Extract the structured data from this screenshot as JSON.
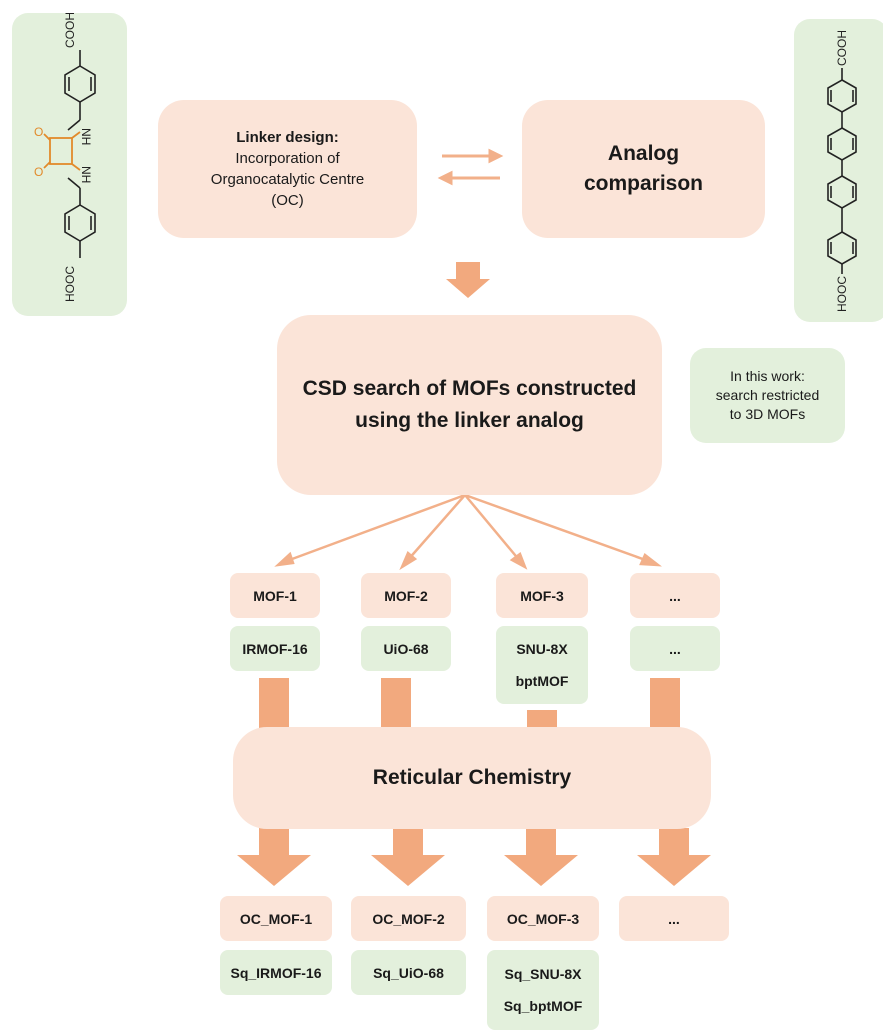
{
  "colors": {
    "peach": "#fbe4d8",
    "green": "#e3f0dc",
    "arrow": "#f2b08a",
    "oc_orange": "#e28a2b"
  },
  "left_linker": {
    "top_group": "COOH",
    "bottom_group": "HOOC",
    "amine_1": "NH",
    "amine_2": "NH",
    "oxo_1": "O",
    "oxo_2": "O"
  },
  "right_linker": {
    "top_group": "COOH",
    "bottom_group": "HOOC"
  },
  "linker_design": {
    "title": "Linker design:",
    "lines": [
      "Incorporation of",
      "Organocatalytic Centre",
      "(OC)"
    ]
  },
  "analog": {
    "lines": [
      "Analog",
      "comparison"
    ]
  },
  "csd_search": {
    "lines": [
      "CSD search of MOFs constructed",
      "using the linker analog"
    ]
  },
  "note": {
    "lines": [
      "In this work:",
      "search restricted",
      "to 3D MOFs"
    ]
  },
  "mof_columns": [
    {
      "mof": "MOF-1",
      "analogs": [
        "IRMOF-16"
      ],
      "oc": "OC_MOF-1",
      "sq": [
        "Sq_IRMOF-16"
      ]
    },
    {
      "mof": "MOF-2",
      "analogs": [
        "UiO-68"
      ],
      "oc": "OC_MOF-2",
      "sq": [
        "Sq_UiO-68"
      ]
    },
    {
      "mof": "MOF-3",
      "analogs": [
        "SNU-8X",
        "bptMOF"
      ],
      "oc": "OC_MOF-3",
      "sq": [
        "Sq_SNU-8X",
        "Sq_bptMOF"
      ]
    },
    {
      "mof": "...",
      "analogs": [
        "..."
      ],
      "oc": "...",
      "sq": []
    }
  ],
  "reticular": {
    "label": "Reticular Chemistry"
  }
}
